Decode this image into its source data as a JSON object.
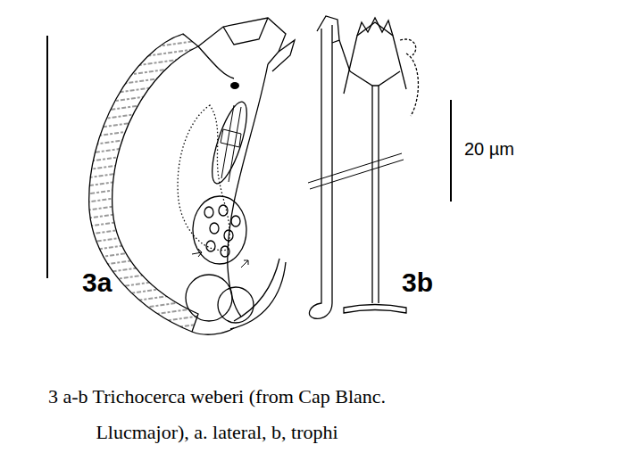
{
  "diagram": {
    "caption": "3 a-b Trichocerca weberi (from Cap Blanc. Llucmajor), a. lateral, b, trophi",
    "labels": [
      "3a",
      "3b",
      "20 µm"
    ]
  }
}
